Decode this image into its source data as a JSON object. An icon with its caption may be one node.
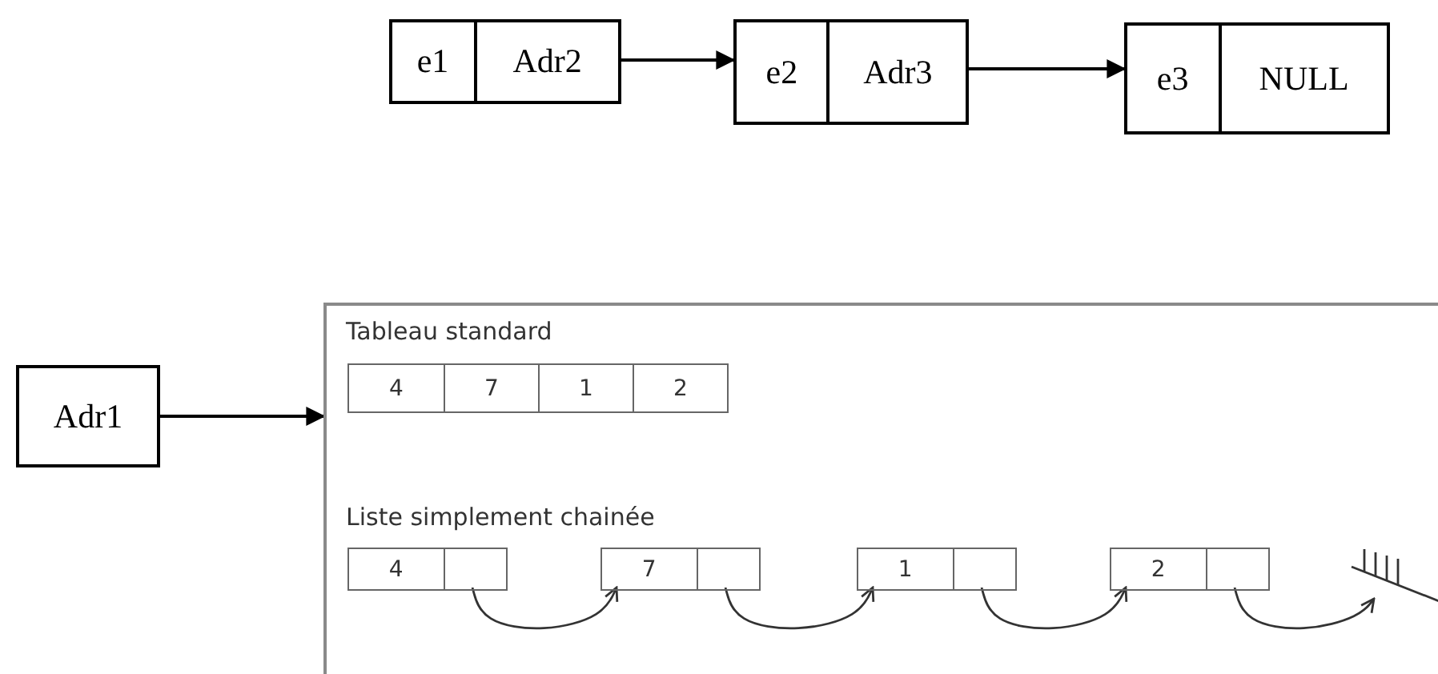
{
  "diagram": {
    "nodes": [
      {
        "text": [
          "e1",
          "Adr2"
        ]
      },
      {
        "text": [
          "e2",
          "Adr3"
        ]
      },
      {
        "text": [
          "e3",
          "NULL"
        ]
      },
      {
        "text": [
          "Adr1"
        ]
      },
      {
        "text": [
          "Tableau standard",
          "Liste simplement chainée"
        ]
      },
      {
        "text": [
          "4",
          "7",
          "1",
          "2"
        ],
        "in": 4
      },
      {
        "text": [
          "4"
        ],
        "in": 4
      },
      {
        "text": [
          "7"
        ],
        "in": 4
      },
      {
        "text": [
          "1"
        ],
        "in": 4
      },
      {
        "text": [
          "2"
        ],
        "in": 4
      },
      {
        "text": [],
        "shape": "ground",
        "in": 4
      }
    ],
    "edges": [
      {
        "from": 0,
        "to": 1,
        "arrow": "to"
      },
      {
        "from": 1,
        "to": 2,
        "arrow": "to"
      },
      {
        "from": 3,
        "to": 4,
        "arrow": "to"
      },
      {
        "from": 6,
        "to": 7,
        "arrow": "to"
      },
      {
        "from": 7,
        "to": 8,
        "arrow": "to"
      },
      {
        "from": 8,
        "to": 9,
        "arrow": "to"
      },
      {
        "from": 9,
        "to": 10,
        "arrow": "to"
      }
    ]
  }
}
